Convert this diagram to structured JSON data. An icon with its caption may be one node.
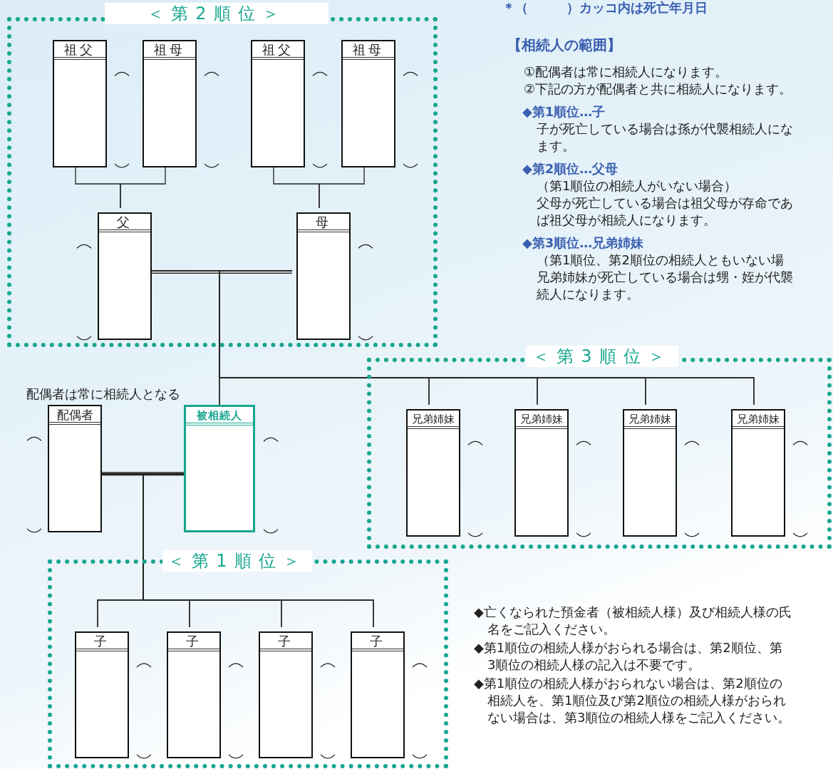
{
  "diagram": {
    "nodes": [
      {
        "text": [
          "＜第2順位＞"
        ]
      },
      {
        "text": [
          "祖父"
        ],
        "in": 0
      },
      {
        "text": [
          "祖母"
        ],
        "in": 0
      },
      {
        "text": [
          "祖父"
        ],
        "in": 0
      },
      {
        "text": [
          "祖母"
        ],
        "in": 0
      },
      {
        "text": [
          "父"
        ],
        "in": 0
      },
      {
        "text": [
          "母"
        ],
        "in": 0
      },
      {
        "text": [
          "＜第3順位＞"
        ]
      },
      {
        "text": [
          "兄弟姉妹"
        ],
        "in": 7
      },
      {
        "text": [
          "兄弟姉妹"
        ],
        "in": 7
      },
      {
        "text": [
          "兄弟姉妹"
        ],
        "in": 7
      },
      {
        "text": [
          "兄弟姉妹"
        ],
        "in": 7
      },
      {
        "text": [
          "配偶者"
        ],
        "beside": [
          "配偶者は常に相続人となる"
        ]
      },
      {
        "text": [
          "被相続人"
        ]
      },
      {
        "text": [
          "＜第1順位＞"
        ]
      },
      {
        "text": [
          "子"
        ],
        "in": 14
      },
      {
        "text": [
          "子"
        ],
        "in": 14
      },
      {
        "text": [
          "子"
        ],
        "in": 14
      },
      {
        "text": [
          "子"
        ],
        "in": 14
      }
    ],
    "edges": [
      {
        "from": 1,
        "to": 5,
        "arrow": "none"
      },
      {
        "from": 2,
        "to": 5,
        "arrow": "none"
      },
      {
        "from": 3,
        "to": 6,
        "arrow": "none"
      },
      {
        "from": 4,
        "to": 6,
        "arrow": "none"
      },
      {
        "from": 5,
        "to": 6,
        "arrow": "none",
        "style": "thick"
      },
      {
        "from": 5,
        "to": 13,
        "arrow": "none"
      },
      {
        "from": 6,
        "to": 13,
        "arrow": "none"
      },
      {
        "from": 5,
        "to": 8,
        "arrow": "none"
      },
      {
        "from": 5,
        "to": 9,
        "arrow": "none"
      },
      {
        "from": 5,
        "to": 10,
        "arrow": "none"
      },
      {
        "from": 5,
        "to": 11,
        "arrow": "none"
      },
      {
        "from": 6,
        "to": 8,
        "arrow": "none"
      },
      {
        "from": 6,
        "to": 9,
        "arrow": "none"
      },
      {
        "from": 6,
        "to": 10,
        "arrow": "none"
      },
      {
        "from": 6,
        "to": 11,
        "arrow": "none"
      },
      {
        "from": 12,
        "to": 13,
        "arrow": "none",
        "style": "thick"
      },
      {
        "from": 12,
        "to": 15,
        "arrow": "none"
      },
      {
        "from": 12,
        "to": 16,
        "arrow": "none"
      },
      {
        "from": 12,
        "to": 17,
        "arrow": "none"
      },
      {
        "from": 12,
        "to": 18,
        "arrow": "none"
      },
      {
        "from": 13,
        "to": 15,
        "arrow": "none"
      },
      {
        "from": 13,
        "to": 16,
        "arrow": "none"
      },
      {
        "from": 13,
        "to": 17,
        "arrow": "none"
      },
      {
        "from": 13,
        "to": 18,
        "arrow": "none"
      }
    ],
    "labels": [
      "＊（　　　）カッコ内は死亡年月日",
      "【相続人の範囲】",
      "①配偶者は常に相続人になります。",
      "②下記の方が配偶者と共に相続人になります。",
      "◆第1順位…子",
      "子が死亡している場合は孫が代襲相続人にな",
      "ます。",
      "◆第2順位…父母",
      "（第1順位の相続人がいない場合）",
      "父母が死亡している場合は祖父母が存命であ",
      "ば祖父母が相続人になります。",
      "◆第3順位…兄弟姉妹",
      "（第1順位、第2順位の相続人ともいない場",
      "兄弟姉妹が死亡している場合は甥・姪が代襲",
      "続人になります。",
      "◆亡くなられた預金者（被相続人様）及び相続人様の氏",
      "名をご記入ください。",
      "◆第1順位の相続人様がおられる場合は、第2順位、第",
      "3順位の相続人様の記入は不要です。",
      "◆第1順位の相続人様がおられない場合は、第2順位の",
      "相続人を、第1順位及び第2順位の相続人様がおられ",
      "ない場合は、第3順位の相続人様をご記入ください。"
    ]
  }
}
